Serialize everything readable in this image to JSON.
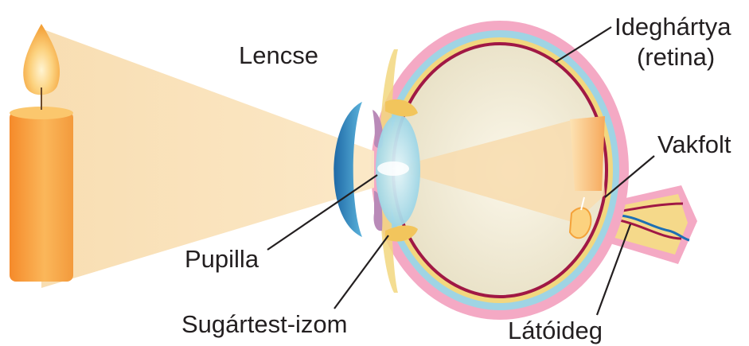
{
  "labels": {
    "lens": "Lencse",
    "retina_line1": "Ideghártya",
    "retina_line2": "(retina)",
    "blind_spot": "Vakfolt",
    "pupil": "Pupilla",
    "ciliary_muscle": "Sugártest-izom",
    "optic_nerve": "Látóideg"
  },
  "colors": {
    "light_beam": "#f7d9a8",
    "sclera": "#f4a9c4",
    "choroid": "#f2d77f",
    "outer_layer": "#9fd4e4",
    "retina": "#a01845",
    "eyeball": "#f2ecd6",
    "cornea": "#2c7fb8",
    "iris": "#b98ab8",
    "lens": "#bfe6f0",
    "candle": "#f8a64a",
    "flame": "#fbc76d",
    "nerve_blue": "#1d6fb4"
  }
}
